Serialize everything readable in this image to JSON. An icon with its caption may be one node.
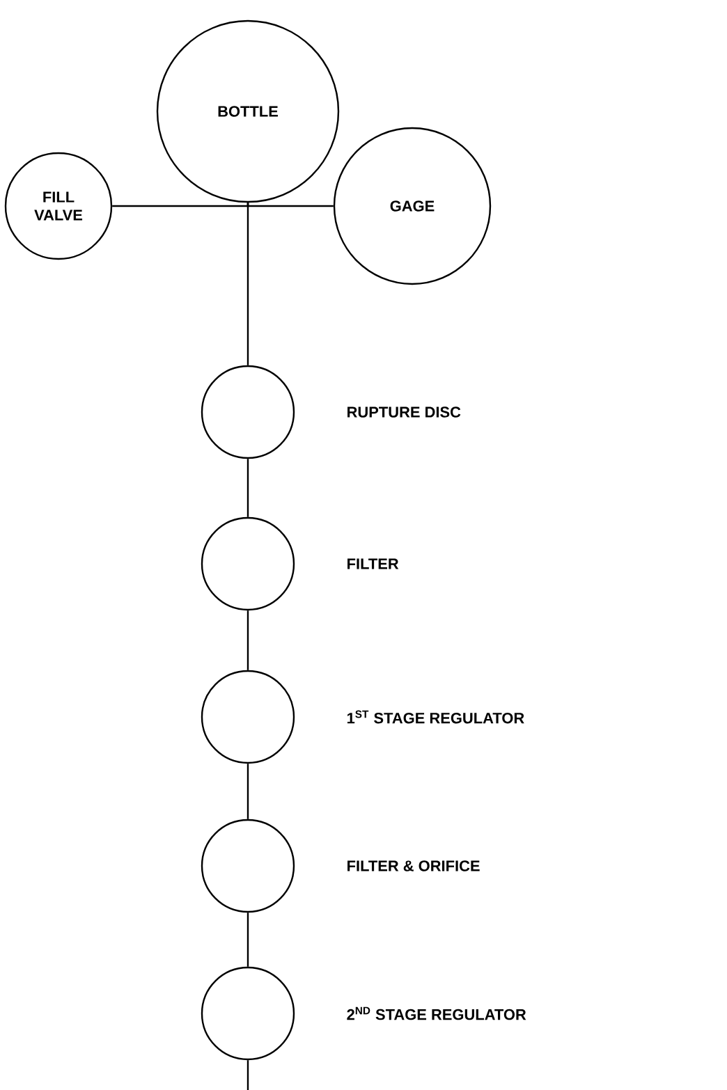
{
  "diagram": {
    "nodes": [
      {
        "text": [
          "BOTTLE"
        ]
      },
      {
        "text": [
          "FILL VALVE"
        ]
      },
      {
        "text": [
          "GAGE"
        ]
      },
      {
        "text": [],
        "shape": "circle",
        "beside": [
          "RUPTURE DISC"
        ]
      },
      {
        "text": [],
        "shape": "circle",
        "beside": [
          "FILTER"
        ]
      },
      {
        "text": [],
        "shape": "circle",
        "beside": [
          "1$^{ST}$ STAGE REGULATOR"
        ]
      },
      {
        "text": [],
        "shape": "circle",
        "beside": [
          "FILTER & ORIFICE"
        ]
      },
      {
        "text": [],
        "shape": "circle",
        "beside": [
          "2$^{ND}$ STAGE REGULATOR"
        ]
      }
    ],
    "edges": [
      {
        "from": 0,
        "to": 1,
        "arrow": "none"
      },
      {
        "from": 0,
        "to": 2,
        "arrow": "none"
      },
      {
        "from": 0,
        "to": 3,
        "arrow": "none"
      },
      {
        "from": 3,
        "to": 4,
        "arrow": "none"
      },
      {
        "from": 4,
        "to": 5,
        "arrow": "none"
      },
      {
        "from": 5,
        "to": 6,
        "arrow": "none"
      },
      {
        "from": 6,
        "to": 7,
        "arrow": "none"
      },
      {
        "from": 7,
        "to": null,
        "arrow": "none"
      }
    ]
  }
}
